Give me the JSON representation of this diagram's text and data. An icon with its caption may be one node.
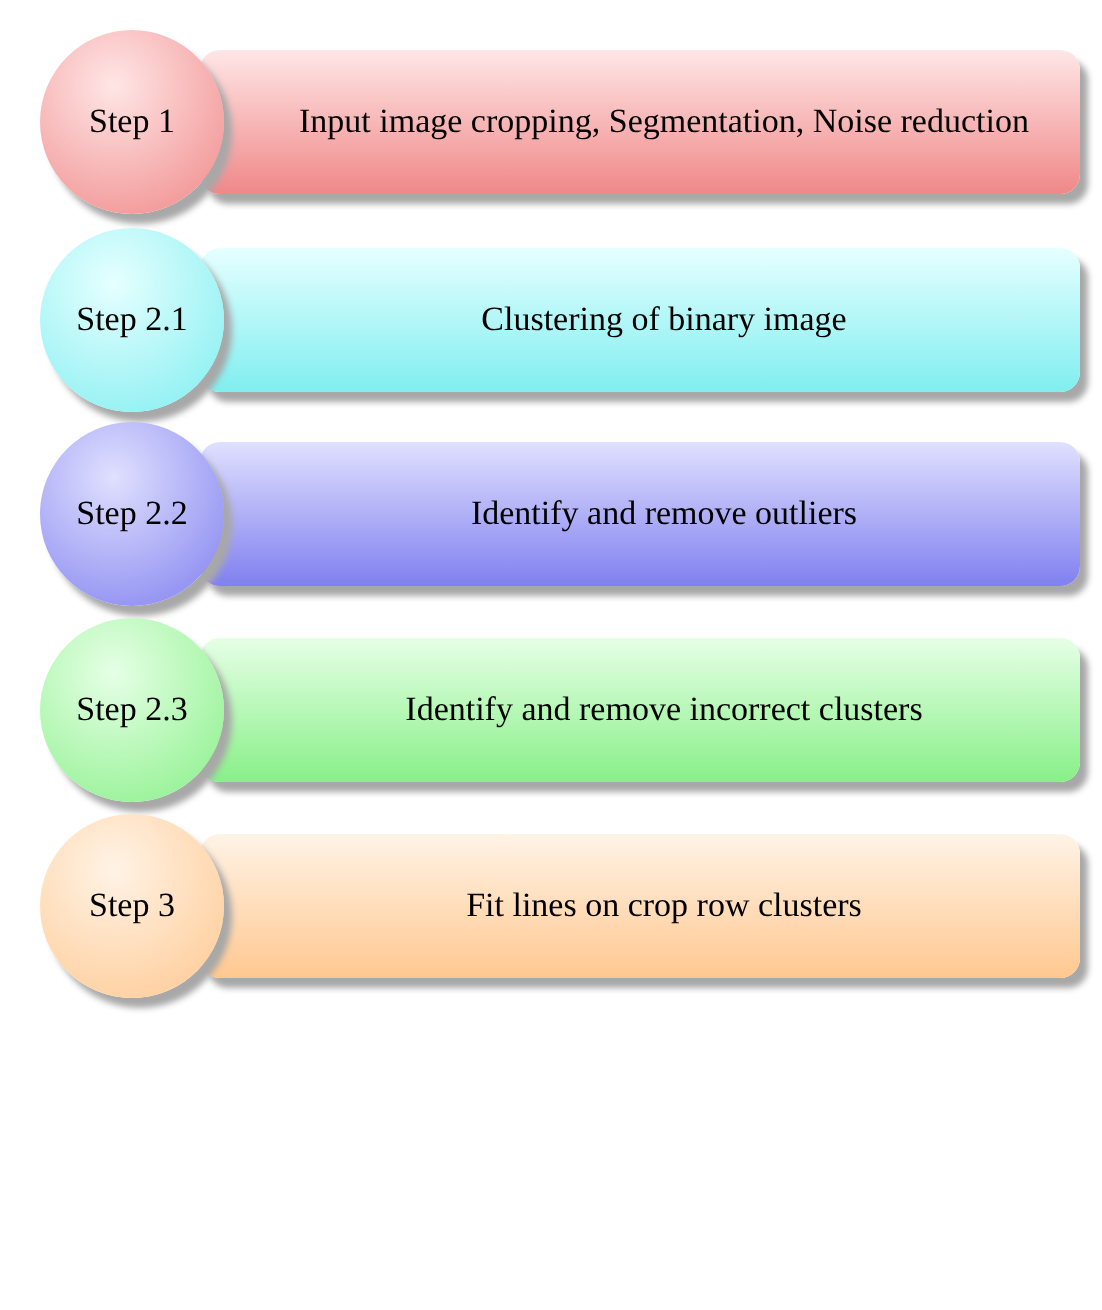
{
  "diagram": {
    "nodes": [
      {
        "text": [
          "Step 1"
        ]
      },
      {
        "text": [
          "Input image cropping, Segmentation, Noise reduction"
        ]
      },
      {
        "text": [
          "Step 2.1"
        ]
      },
      {
        "text": [
          "Clustering of binary image"
        ]
      },
      {
        "text": [
          "Step 2.2"
        ]
      },
      {
        "text": [
          "Identify and remove outliers"
        ]
      },
      {
        "text": [
          "Step 2.3"
        ]
      },
      {
        "text": [
          "Identify and remove incorrect clusters"
        ]
      },
      {
        "text": [
          "Step 3"
        ]
      },
      {
        "text": [
          "Fit lines on crop row clusters"
        ]
      }
    ]
  }
}
